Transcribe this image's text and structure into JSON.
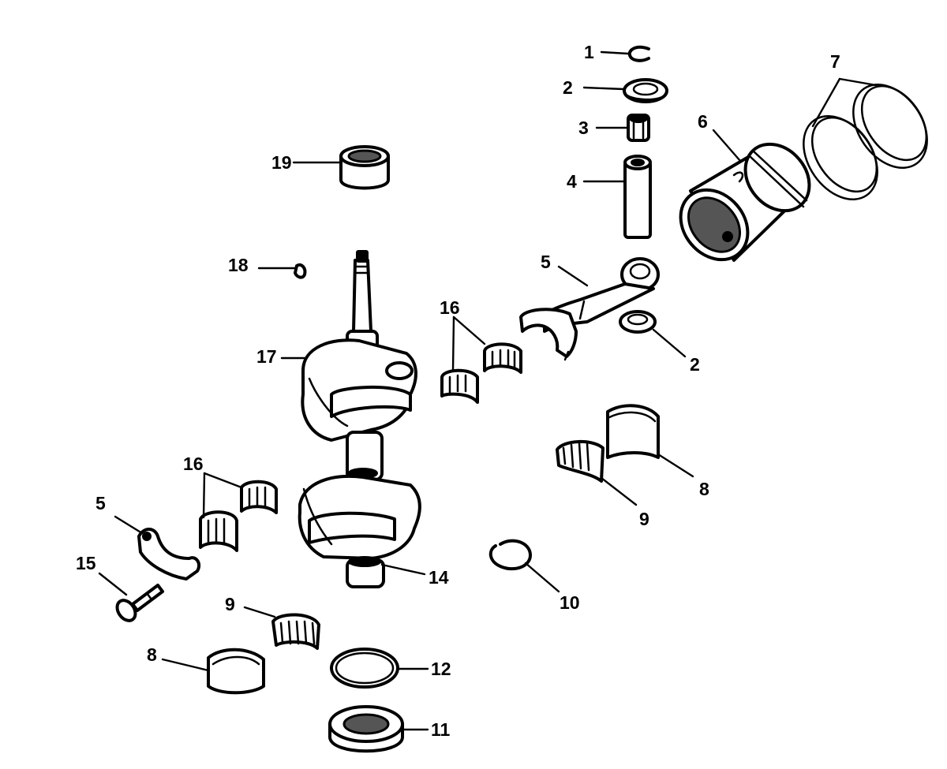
{
  "callouts": [
    {
      "id": "c1",
      "text": "1"
    },
    {
      "id": "c2a",
      "text": "2"
    },
    {
      "id": "c3",
      "text": "3"
    },
    {
      "id": "c4",
      "text": "4"
    },
    {
      "id": "c5a",
      "text": "5"
    },
    {
      "id": "c6",
      "text": "6"
    },
    {
      "id": "c7",
      "text": "7"
    },
    {
      "id": "c19",
      "text": "19"
    },
    {
      "id": "c18",
      "text": "18"
    },
    {
      "id": "c17",
      "text": "17"
    },
    {
      "id": "c16a",
      "text": "16"
    },
    {
      "id": "c2b",
      "text": "2"
    },
    {
      "id": "c8a",
      "text": "8"
    },
    {
      "id": "c9a",
      "text": "9"
    },
    {
      "id": "c16b",
      "text": "16"
    },
    {
      "id": "c5b",
      "text": "5"
    },
    {
      "id": "c15",
      "text": "15"
    },
    {
      "id": "c14",
      "text": "14"
    },
    {
      "id": "c10",
      "text": "10"
    },
    {
      "id": "c9b",
      "text": "9"
    },
    {
      "id": "c8b",
      "text": "8"
    },
    {
      "id": "c12",
      "text": "12"
    },
    {
      "id": "c11",
      "text": "11"
    }
  ]
}
